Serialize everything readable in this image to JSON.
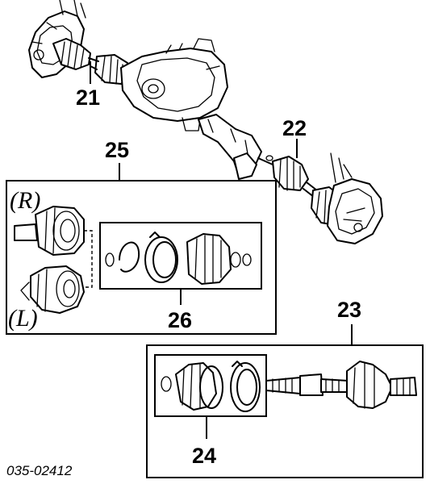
{
  "callouts": {
    "c21": "21",
    "c22": "22",
    "c23": "23",
    "c24": "24",
    "c25": "25",
    "c26": "26"
  },
  "side_labels": {
    "right": "(R)",
    "left": "(L)"
  },
  "diagram_code": "035-02412"
}
